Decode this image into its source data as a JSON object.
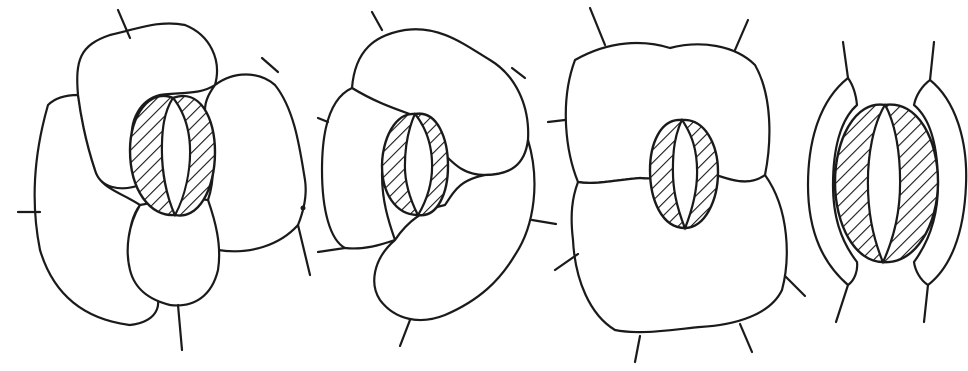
{
  "figure": {
    "panels": [
      {
        "name": "stoma-panel-1",
        "subsidiary_cells": 4
      },
      {
        "name": "stoma-panel-2",
        "subsidiary_cells": 3
      },
      {
        "name": "stoma-panel-3",
        "subsidiary_cells": 2
      },
      {
        "name": "stoma-panel-4",
        "subsidiary_cells": 2
      }
    ],
    "colors": {
      "line": "#1a1a1a",
      "background": "#ffffff"
    }
  }
}
